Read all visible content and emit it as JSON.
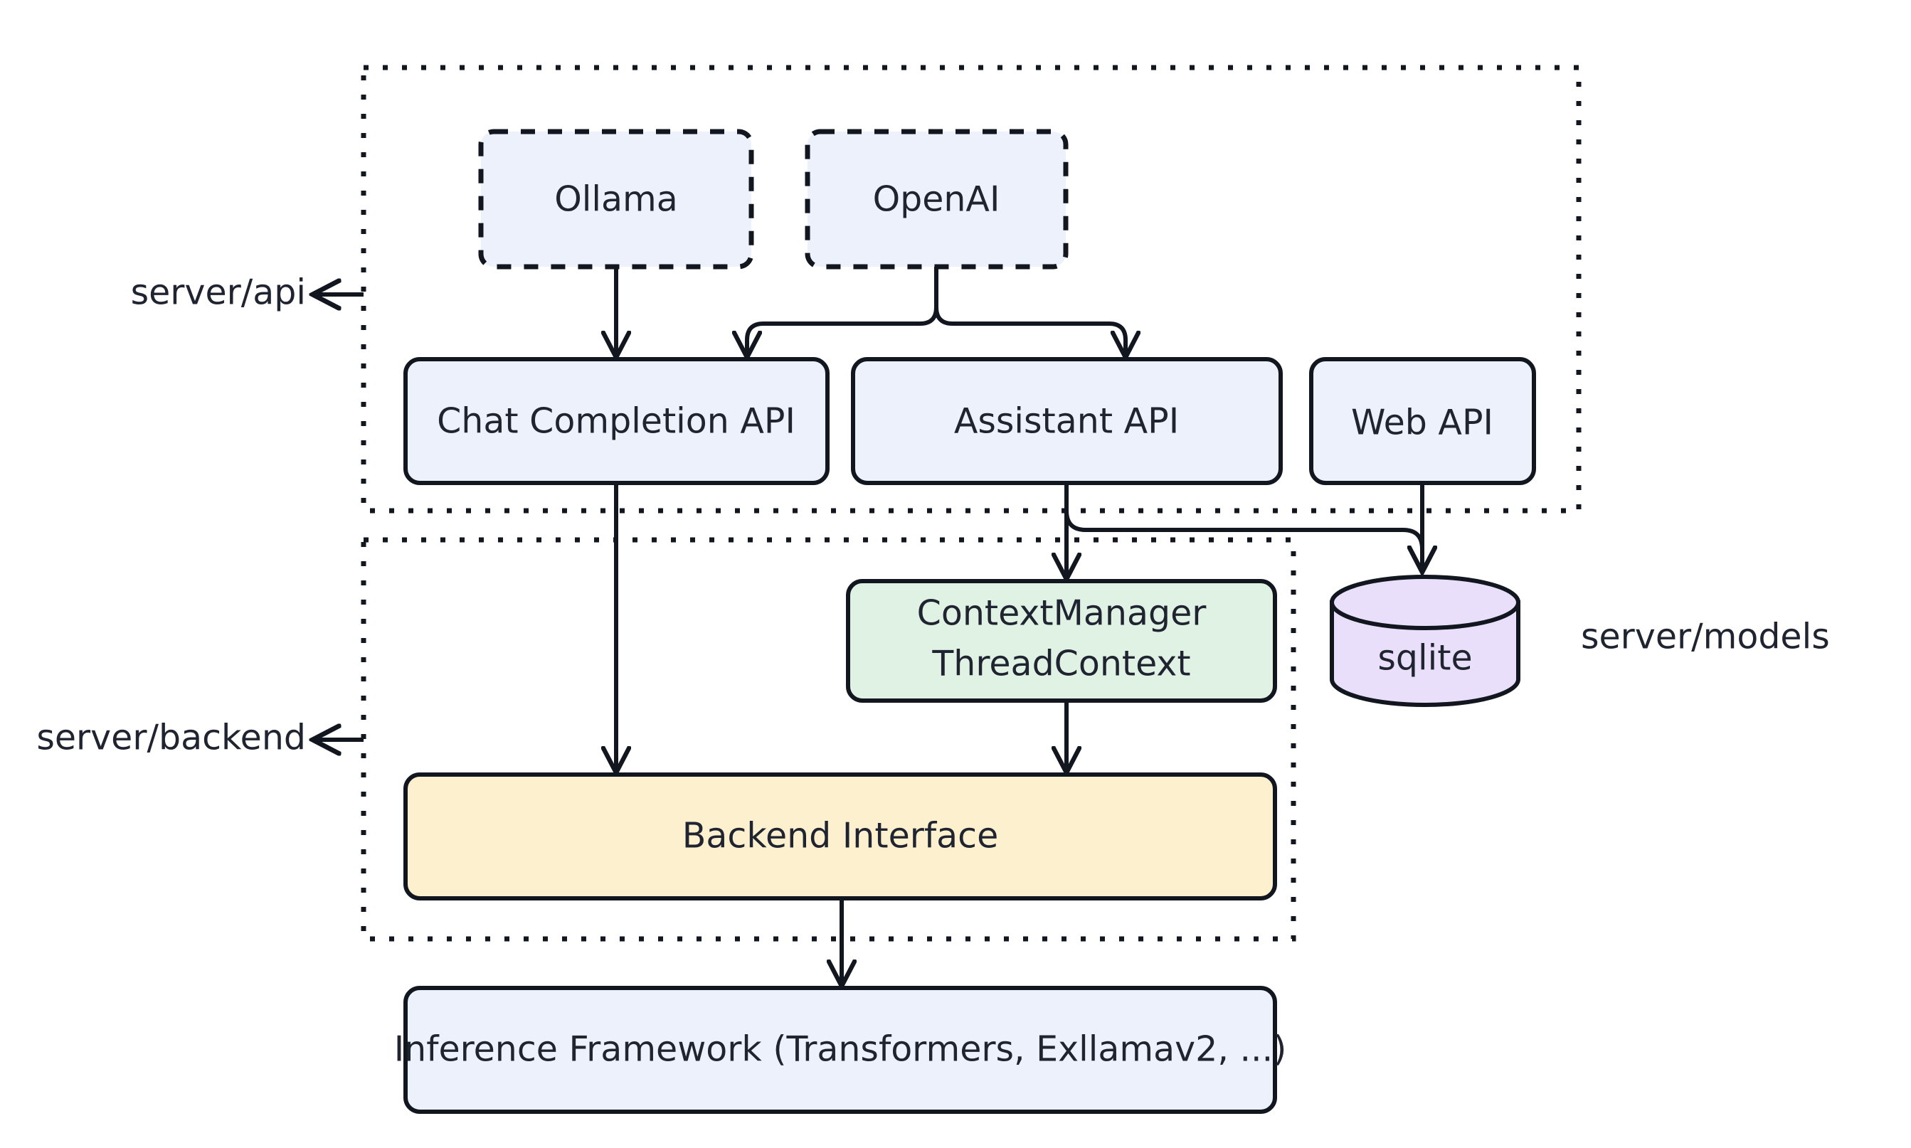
{
  "diagram": {
    "title": "Server architecture diagram",
    "background": "#ffffff",
    "groups": [
      {
        "id": "api",
        "label": "server/api",
        "border_style": "dotted",
        "has_arrow": true,
        "arrow_direction": "left"
      },
      {
        "id": "backend",
        "label": "server/backend",
        "border_style": "dotted",
        "has_arrow": true,
        "arrow_direction": "left"
      },
      {
        "id": "models",
        "label": "server/models",
        "border_style": "none",
        "has_arrow": false,
        "arrow_direction": "none"
      }
    ],
    "nodes": [
      {
        "id": "ollama",
        "label": "Ollama",
        "shape": "rounded-rect",
        "border": "dashed",
        "fill": "#edf1fb",
        "group": "api"
      },
      {
        "id": "openai",
        "label": "OpenAI",
        "shape": "rounded-rect",
        "border": "dashed",
        "fill": "#edf1fb",
        "group": "api"
      },
      {
        "id": "chat_completion_api",
        "label": "Chat Completion API",
        "shape": "rounded-rect",
        "border": "solid",
        "fill": "#edf1fb",
        "group": "api"
      },
      {
        "id": "assistant_api",
        "label": "Assistant API",
        "shape": "rounded-rect",
        "border": "solid",
        "fill": "#edf1fb",
        "group": "api"
      },
      {
        "id": "web_api",
        "label": "Web API",
        "shape": "rounded-rect",
        "border": "solid",
        "fill": "#edf1fb",
        "group": "api"
      },
      {
        "id": "context_manager",
        "label_line1": "ContextManager",
        "label_line2": "ThreadContext",
        "shape": "rounded-rect",
        "border": "solid",
        "fill": "#e0f2e4",
        "group": "backend"
      },
      {
        "id": "sqlite",
        "label": "sqlite",
        "shape": "cylinder",
        "border": "solid",
        "fill": "#e9dffb",
        "group": "models"
      },
      {
        "id": "backend_interface",
        "label": "Backend Interface",
        "shape": "rounded-rect",
        "border": "solid",
        "fill": "#fdf0cf",
        "group": "backend"
      },
      {
        "id": "inference_framework",
        "label": "Inference Framework (Transformers, Exllamav2, ...)",
        "shape": "rounded-rect",
        "border": "solid",
        "fill": "#edf1fb",
        "group": "none"
      }
    ],
    "edges": [
      {
        "from": "ollama",
        "to": "chat_completion_api"
      },
      {
        "from": "openai",
        "to": "chat_completion_api"
      },
      {
        "from": "openai",
        "to": "assistant_api"
      },
      {
        "from": "chat_completion_api",
        "to": "backend_interface"
      },
      {
        "from": "assistant_api",
        "to": "context_manager"
      },
      {
        "from": "assistant_api",
        "to": "sqlite"
      },
      {
        "from": "web_api",
        "to": "sqlite"
      },
      {
        "from": "context_manager",
        "to": "backend_interface"
      },
      {
        "from": "backend_interface",
        "to": "inference_framework"
      }
    ]
  }
}
